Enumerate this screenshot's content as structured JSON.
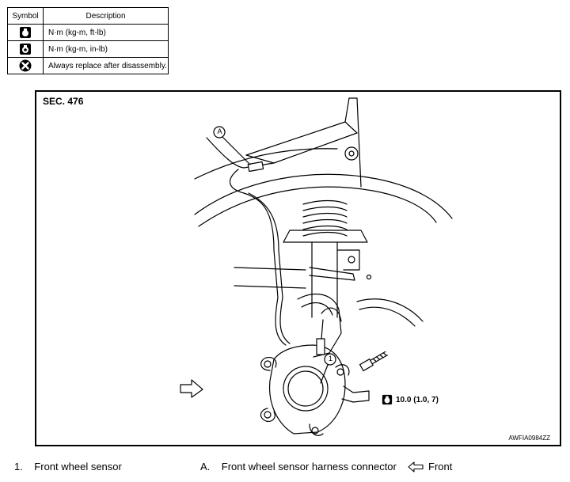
{
  "legend": {
    "header_symbol": "Symbol",
    "header_description": "Description",
    "rows": [
      {
        "icon": "torque-wrench-ftlb-icon",
        "description": "N·m (kg-m, ft-lb)"
      },
      {
        "icon": "torque-wrench-inlb-icon",
        "description": "N·m (kg-m, in-lb)"
      },
      {
        "icon": "always-replace-icon",
        "description": "Always replace after disassembly."
      }
    ]
  },
  "figure": {
    "section": "SEC. 476",
    "callout_a": "A",
    "callout_1": "1",
    "torque_value": "10.0 (1.0, 7)",
    "figure_code": "AWFIA0984ZZ"
  },
  "captions": {
    "item1_num": "1.",
    "item1_text": "Front wheel sensor",
    "itemA_num": "A.",
    "itemA_text": "Front wheel sensor harness connector",
    "front_text": "Front"
  }
}
